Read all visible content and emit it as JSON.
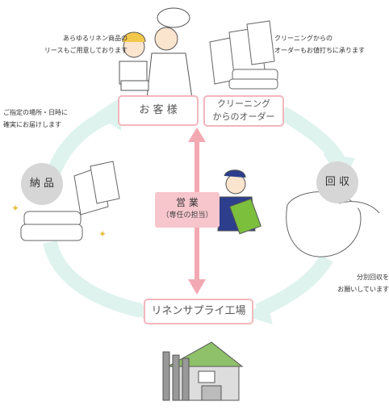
{
  "nodes": {
    "customer": "お 客 様",
    "order": "クリーニング\nからのオーダー",
    "delivery": "納 品",
    "collection": "回 収",
    "factory": "リネンサプライ工場",
    "sales_main": "営 業",
    "sales_sub": "（専任の担当）"
  },
  "notes": {
    "top_left": "あらゆるリネン商品の\nリースもご用意しております",
    "top_right": "クリーニングからの\nオーダーもお値打ちに承ります",
    "left": "ご指定の場所・日時に\n確実にお届けします",
    "right": "分別回収を\nお願いしています"
  },
  "colors": {
    "cycle_arrow": "#dff3ee",
    "accent_pink": "#f3b6bd",
    "arrow_pink": "#f2a9b2",
    "sales_bg": "#f6c6cc",
    "circle_gray": "#d6d6d6"
  },
  "icons": [
    "staff-illustration",
    "shirts-illustration",
    "towels-illustration",
    "salesman-illustration",
    "laundry-bag-illustration",
    "factory-illustration",
    "sparkle-icon"
  ]
}
